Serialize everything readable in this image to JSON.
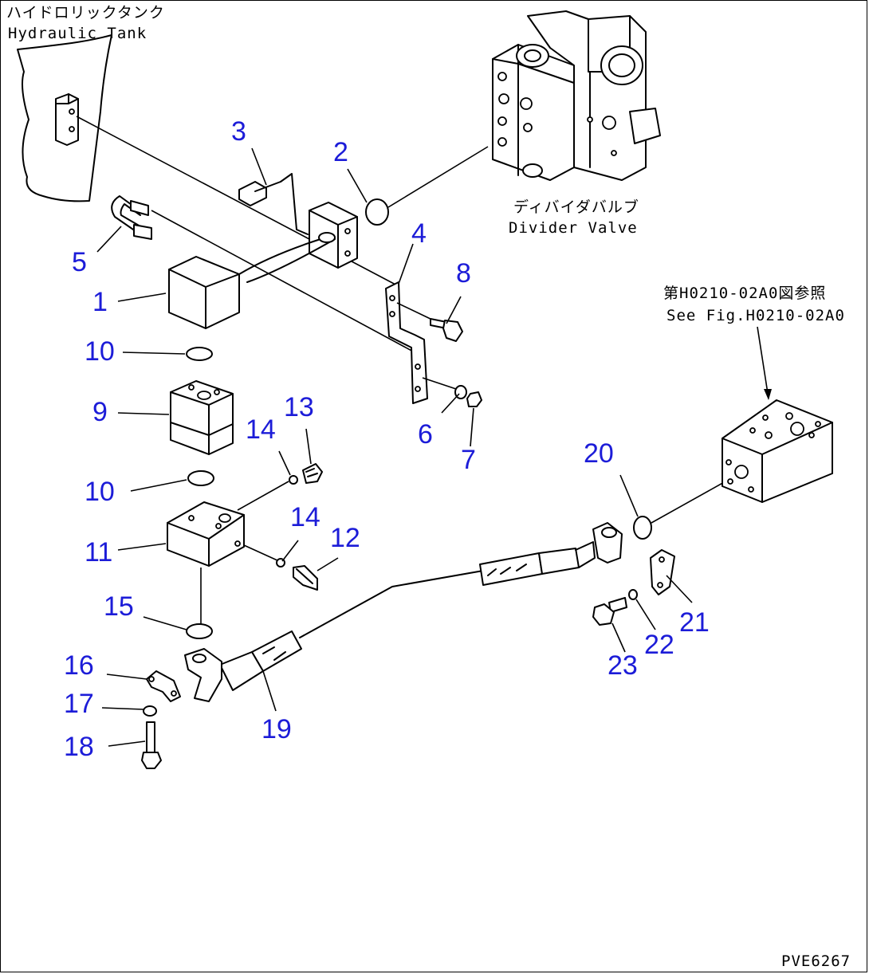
{
  "labels": {
    "hydraulic_tank_jp": "ハイドロリックタンク",
    "hydraulic_tank_en": "Hydraulic Tank",
    "divider_valve_jp": "ディバイダバルブ",
    "divider_valve_en": "Divider Valve",
    "see_fig_jp": "第H0210-02A0図参照",
    "see_fig_en": "See Fig.H0210-02A0",
    "figure_code": "PVE6267"
  },
  "callouts": {
    "c1": "1",
    "c2": "2",
    "c3": "3",
    "c4": "4",
    "c5": "5",
    "c6": "6",
    "c7": "7",
    "c8": "8",
    "c9": "9",
    "c10a": "10",
    "c10b": "10",
    "c11": "11",
    "c12": "12",
    "c13": "13",
    "c14a": "14",
    "c14b": "14",
    "c15": "15",
    "c16": "16",
    "c17": "17",
    "c18": "18",
    "c19": "19",
    "c20": "20",
    "c21": "21",
    "c22": "22",
    "c23": "23"
  },
  "colors": {
    "callout": "#1c1cd8",
    "line": "#000000",
    "background": "#ffffff"
  }
}
